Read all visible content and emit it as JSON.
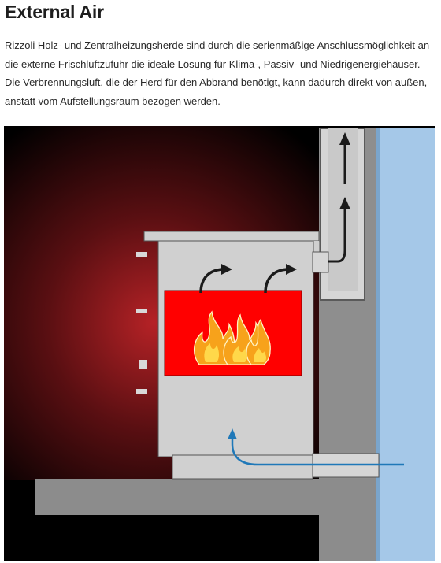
{
  "page": {
    "title": "External Air",
    "paragraph": "Rizzoli Holz- und Zentralheizungsherde sind durch die serienmäßige Anschlussmöglichkeit an die externe Frischluftzufuhr die ideale Lösung für Klima-, Passiv- und Niedrigenergiehäuser. Die Verbrennungsluft, die der Herd für den Abbrand benötigt, kann dadurch direkt von außen, anstatt vom Aufstellungsraum bezogen werden."
  },
  "diagram": {
    "colors": {
      "background": "#000000",
      "glow": "#b52226",
      "wall": "#8e8e8e",
      "floor": "#8c8c8c",
      "outside": "#a5c8e8",
      "stove": "#d0d0d0",
      "firebox": "#ff0000",
      "flame_outer": "#f7a21b",
      "flame_inner": "#ffd84a",
      "flue_arrows": "#1b1b1b",
      "fresh_air_arrow": "#1f78b8"
    },
    "icons": [
      "exhaust-up-arrow",
      "exhaust-up-arrow-upper",
      "hot-air-arrow",
      "hot-air-arrow",
      "fresh-air-inlet-arrow",
      "flames"
    ]
  }
}
